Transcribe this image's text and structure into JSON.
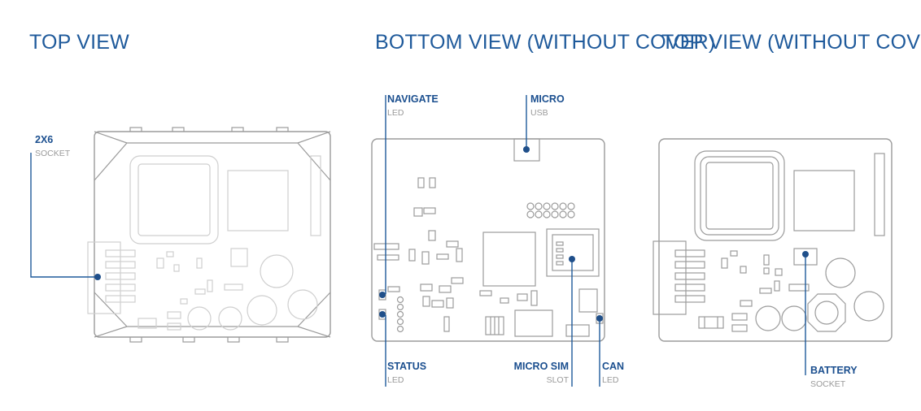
{
  "views": {
    "top": {
      "title": "TOP VIEW"
    },
    "bottom": {
      "title": "BOTTOM VIEW (WITHOUT COVER)"
    },
    "top_nocover": {
      "title": "TOP VIEW (WITHOUT COVER)"
    }
  },
  "callouts": {
    "socket_2x6": {
      "label": "2X6",
      "sub": "SOCKET"
    },
    "navigate_led": {
      "label": "NAVIGATE",
      "sub": "LED"
    },
    "micro_usb": {
      "label": "MICRO",
      "sub": "USB"
    },
    "status_led": {
      "label": "STATUS",
      "sub": "LED"
    },
    "micro_sim": {
      "label": "MICRO SIM",
      "sub": "SLOT"
    },
    "can_led": {
      "label": "CAN",
      "sub": "LED"
    },
    "battery_socket": {
      "label": "BATTERY",
      "sub": "SOCKET"
    }
  },
  "colors": {
    "accent": "#1f5a9b",
    "label": "#1b4f8f",
    "outline": "#9b9b9b",
    "muted": "#cfcfcf"
  }
}
